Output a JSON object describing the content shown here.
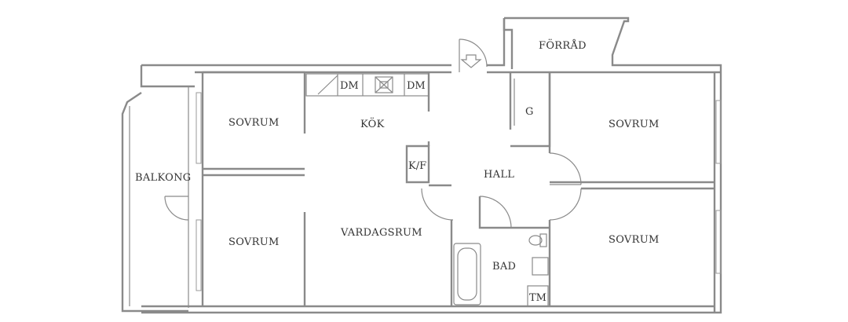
{
  "rooms": {
    "forrad": "FÖRRÅD",
    "sovrum_top_left": "SOVRUM",
    "kok": "KÖK",
    "g": "G",
    "sovrum_top_right": "SOVRUM",
    "balkong": "BALKONG",
    "kf": "K/F",
    "hall": "HALL",
    "sovrum_bottom_left": "SOVRUM",
    "vardagsrum": "VARDAGSRUM",
    "bad": "BAD",
    "sovrum_bottom_right": "SOVRUM",
    "tm": "TM"
  },
  "fixtures": {
    "dm_left": "DM",
    "dm_right": "DM"
  }
}
